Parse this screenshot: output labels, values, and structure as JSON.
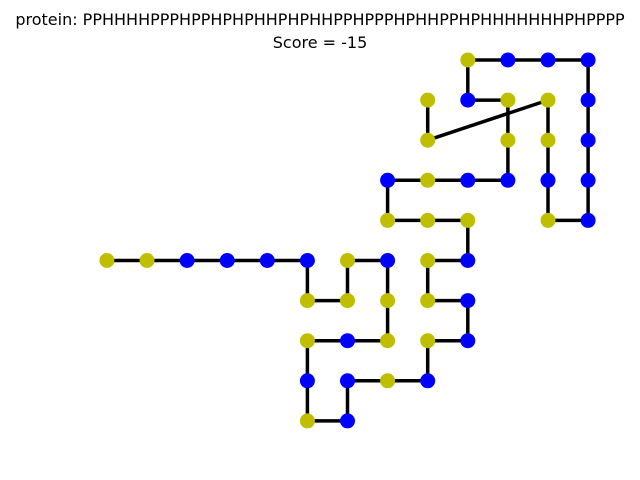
{
  "header": {
    "sequence_line": "protein: PPHHHHPPPHPPHPHPHHPHPHHPPHPPPHPHHPPHPHHHHHHHPHPPPP",
    "score_line": "Score = -15"
  },
  "protein": {
    "sequence": "PPHHHHPPPHPPHPHPHHPHPHHPPHPPPHPHHPPHPHHHHHHHPHPPPP",
    "score": -15,
    "lattice": "2D square",
    "colors": {
      "H": "#0000ff",
      "P": "#bfbf00",
      "bond": "#000000"
    },
    "path": [
      [
        -6,
        0
      ],
      [
        -5,
        0
      ],
      [
        -4,
        0
      ],
      [
        -3,
        0
      ],
      [
        -2,
        0
      ],
      [
        -1,
        0
      ],
      [
        -1,
        -1
      ],
      [
        0,
        -1
      ],
      [
        0,
        0
      ],
      [
        1,
        0
      ],
      [
        1,
        -1
      ],
      [
        1,
        -2
      ],
      [
        0,
        -2
      ],
      [
        -1,
        -2
      ],
      [
        -1,
        -3
      ],
      [
        -1,
        -4
      ],
      [
        0,
        -4
      ],
      [
        0,
        -3
      ],
      [
        1,
        -3
      ],
      [
        2,
        -3
      ],
      [
        2,
        -2
      ],
      [
        3,
        -2
      ],
      [
        3,
        -1
      ],
      [
        2,
        -1
      ],
      [
        2,
        0
      ],
      [
        3,
        0
      ],
      [
        3,
        1
      ],
      [
        2,
        1
      ],
      [
        1,
        1
      ],
      [
        1,
        2
      ],
      [
        2,
        2
      ],
      [
        3,
        2
      ],
      [
        4,
        2
      ],
      [
        4,
        3
      ],
      [
        4,
        4
      ],
      [
        3,
        4
      ],
      [
        3,
        5
      ],
      [
        4,
        5
      ],
      [
        5,
        5
      ],
      [
        6,
        5
      ],
      [
        6,
        4
      ],
      [
        6,
        3
      ],
      [
        6,
        2
      ],
      [
        6,
        1
      ],
      [
        5,
        1
      ],
      [
        5,
        2
      ],
      [
        5,
        3
      ],
      [
        5,
        4
      ],
      [
        2,
        3
      ],
      [
        2,
        4
      ]
    ]
  }
}
